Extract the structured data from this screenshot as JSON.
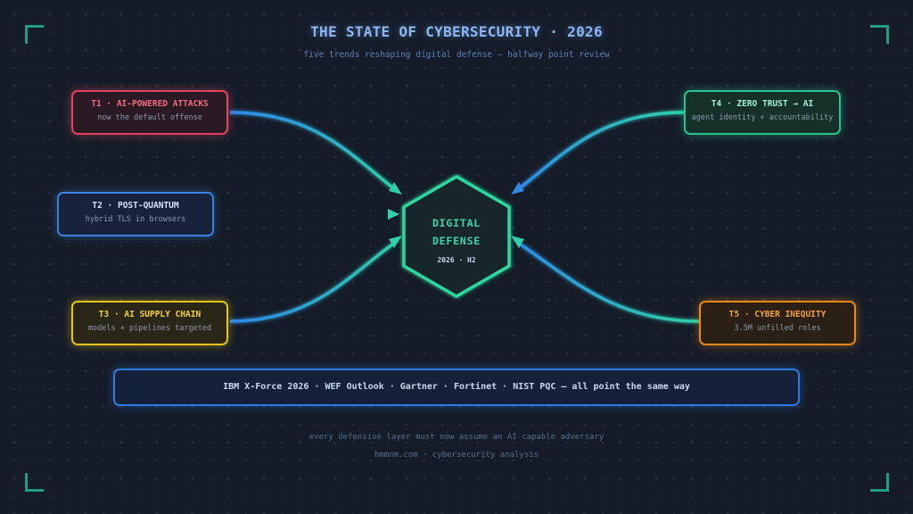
{
  "header": {
    "title": "THE STATE OF CYBERSECURITY · 2026",
    "subtitle": "five trends reshaping digital defense — halfway point review"
  },
  "hub": {
    "line1": "DIGITAL",
    "line2": "DEFENSE",
    "period": "2026 · H2"
  },
  "trends": [
    {
      "title": "T1 · AI-POWERED ATTACKS",
      "subtitle": "now the default offense"
    },
    {
      "title": "T2 · POST-QUANTUM",
      "subtitle": "hybrid TLS in browsers"
    },
    {
      "title": "T3 · AI SUPPLY CHAIN",
      "subtitle": "models + pipelines targeted"
    },
    {
      "title": "T4 · ZERO TRUST → AI",
      "subtitle": "agent identity + accountability"
    },
    {
      "title": "T5 · CYBER INEQUITY",
      "subtitle": "3.5M unfilled roles"
    }
  ],
  "sources": "IBM X-Force 2026 · WEF Outlook · Gartner · Fortinet · NIST PQC — all point the same way",
  "footer": {
    "note": "every defensive layer must now assume an AI-capable adversary",
    "credit": "hmmnm.com · cybersecurity analysis"
  },
  "colors": {
    "background": "#151c28",
    "t1": "#e0445f",
    "t2": "#3a7fdc",
    "t3": "#e8c020",
    "t4": "#2cc28e",
    "t5": "#e8881c",
    "hub": "#2ed6a0",
    "connector_blue": "#2f88e8",
    "connector_teal": "#2ed0a8"
  }
}
